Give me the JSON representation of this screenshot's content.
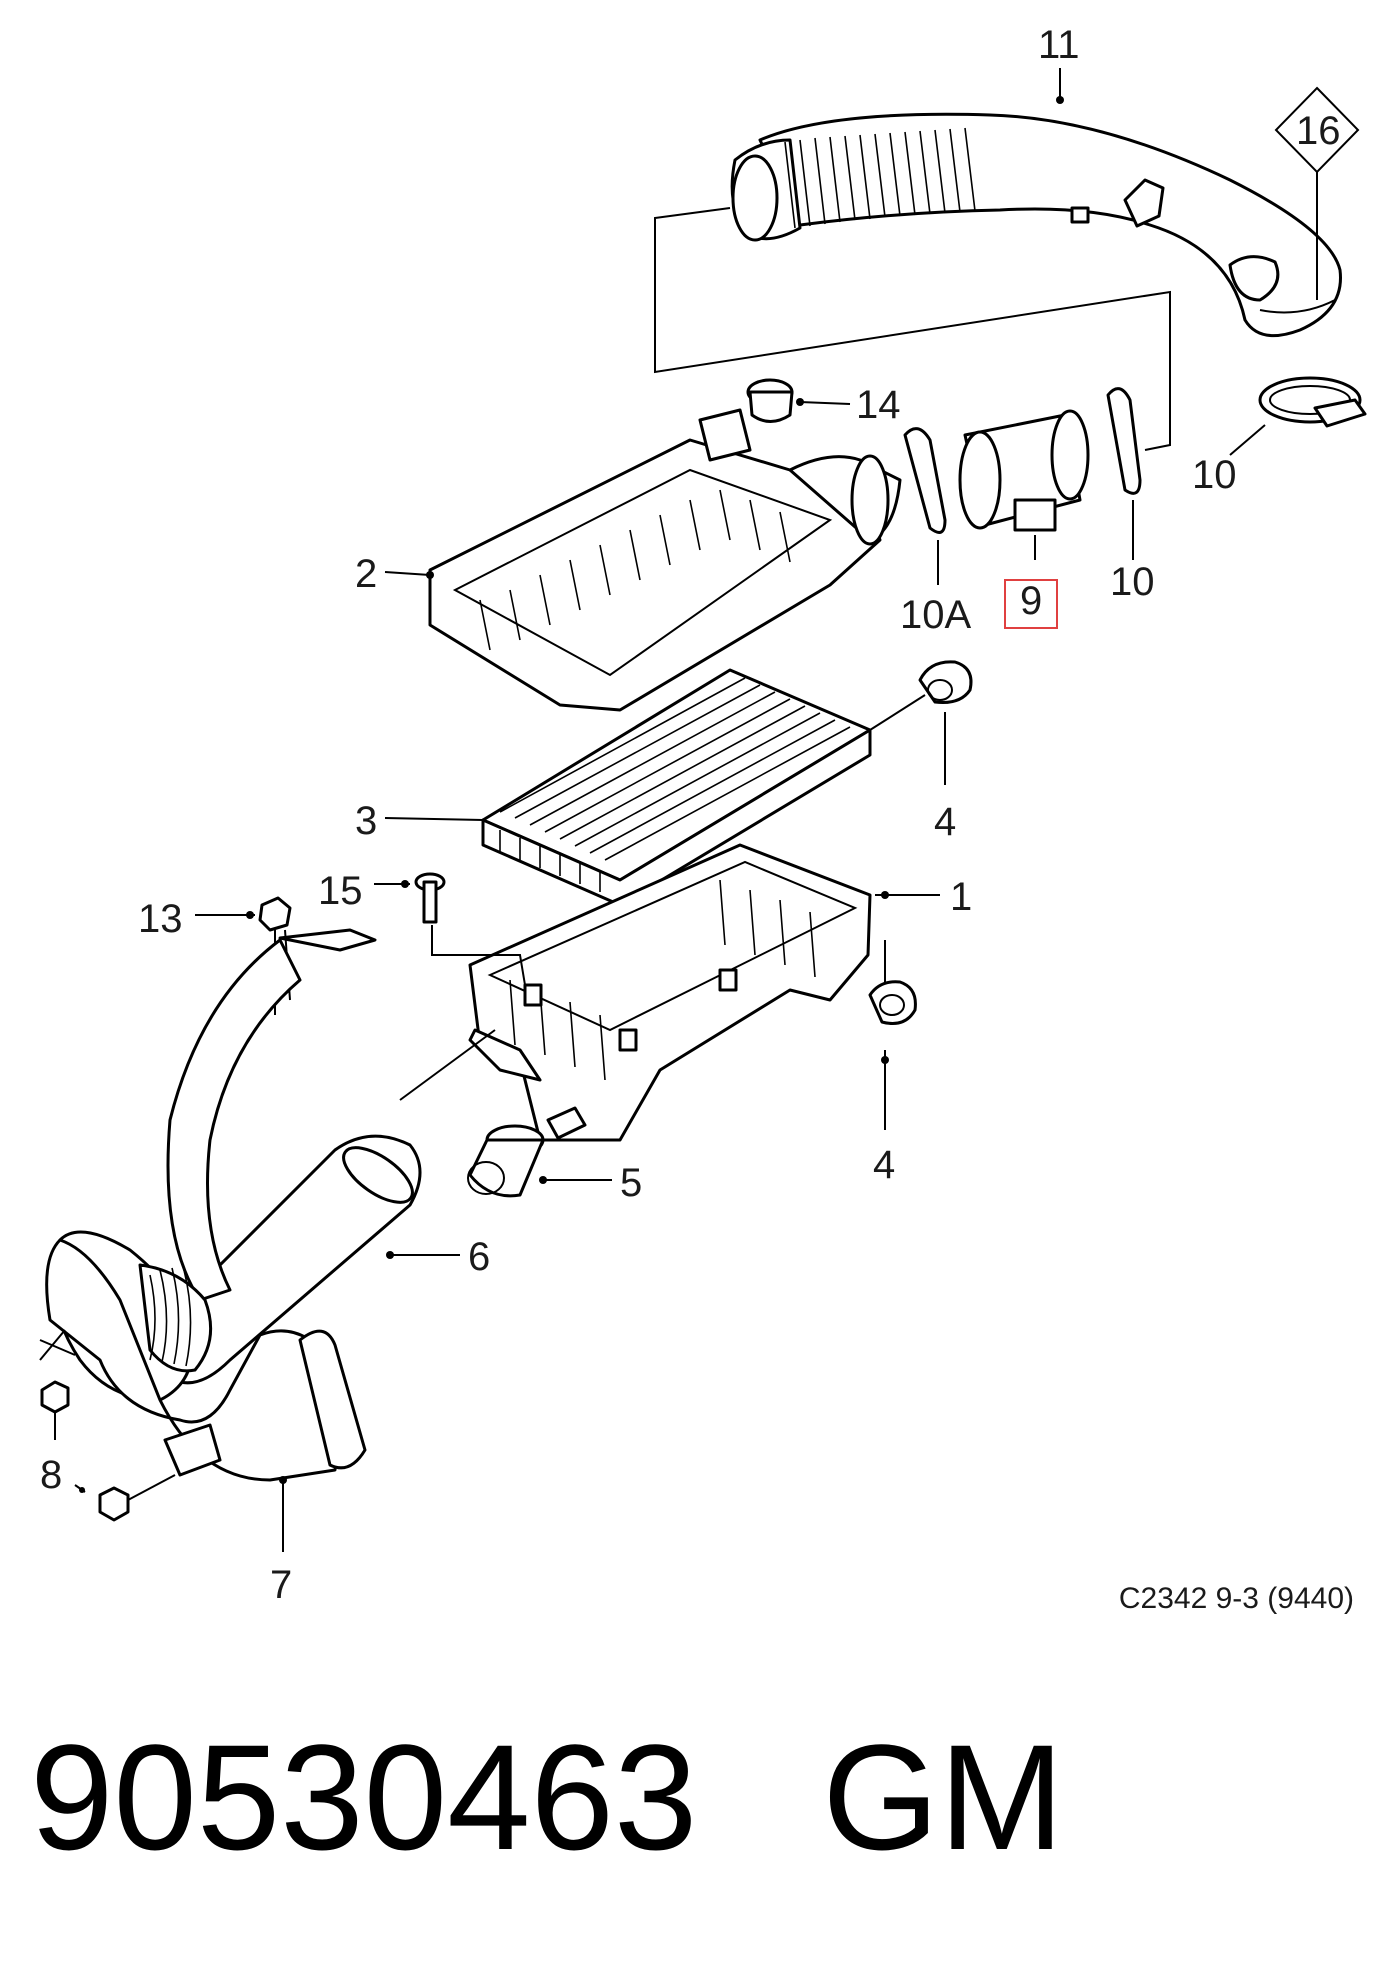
{
  "callouts": {
    "c1": "1",
    "c2": "2",
    "c3": "3",
    "c4a": "4",
    "c4b": "4",
    "c5": "5",
    "c6": "6",
    "c7": "7",
    "c8": "8",
    "c9": "9",
    "c10a": "10",
    "c10b": "10",
    "c10A": "10A",
    "c11": "11",
    "c13": "13",
    "c14": "14",
    "c15": "15",
    "c16": "16"
  },
  "highlight_color": "#e04040",
  "diagram_code": "C2342 9-3 (9440)",
  "part_number": "90530463",
  "brand": "GM"
}
